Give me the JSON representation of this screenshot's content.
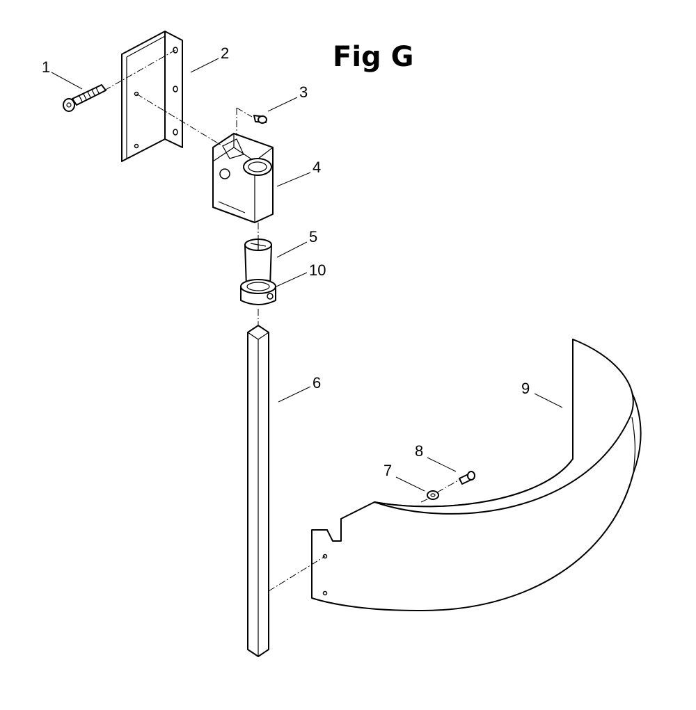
{
  "figure": {
    "title": "Fig G"
  },
  "callouts": [
    {
      "id": "1",
      "label": "1"
    },
    {
      "id": "2",
      "label": "2"
    },
    {
      "id": "3",
      "label": "3"
    },
    {
      "id": "4",
      "label": "4"
    },
    {
      "id": "5",
      "label": "5"
    },
    {
      "id": "10",
      "label": "10"
    },
    {
      "id": "6",
      "label": "6"
    },
    {
      "id": "9",
      "label": "9"
    },
    {
      "id": "8",
      "label": "8"
    },
    {
      "id": "7",
      "label": "7"
    }
  ]
}
